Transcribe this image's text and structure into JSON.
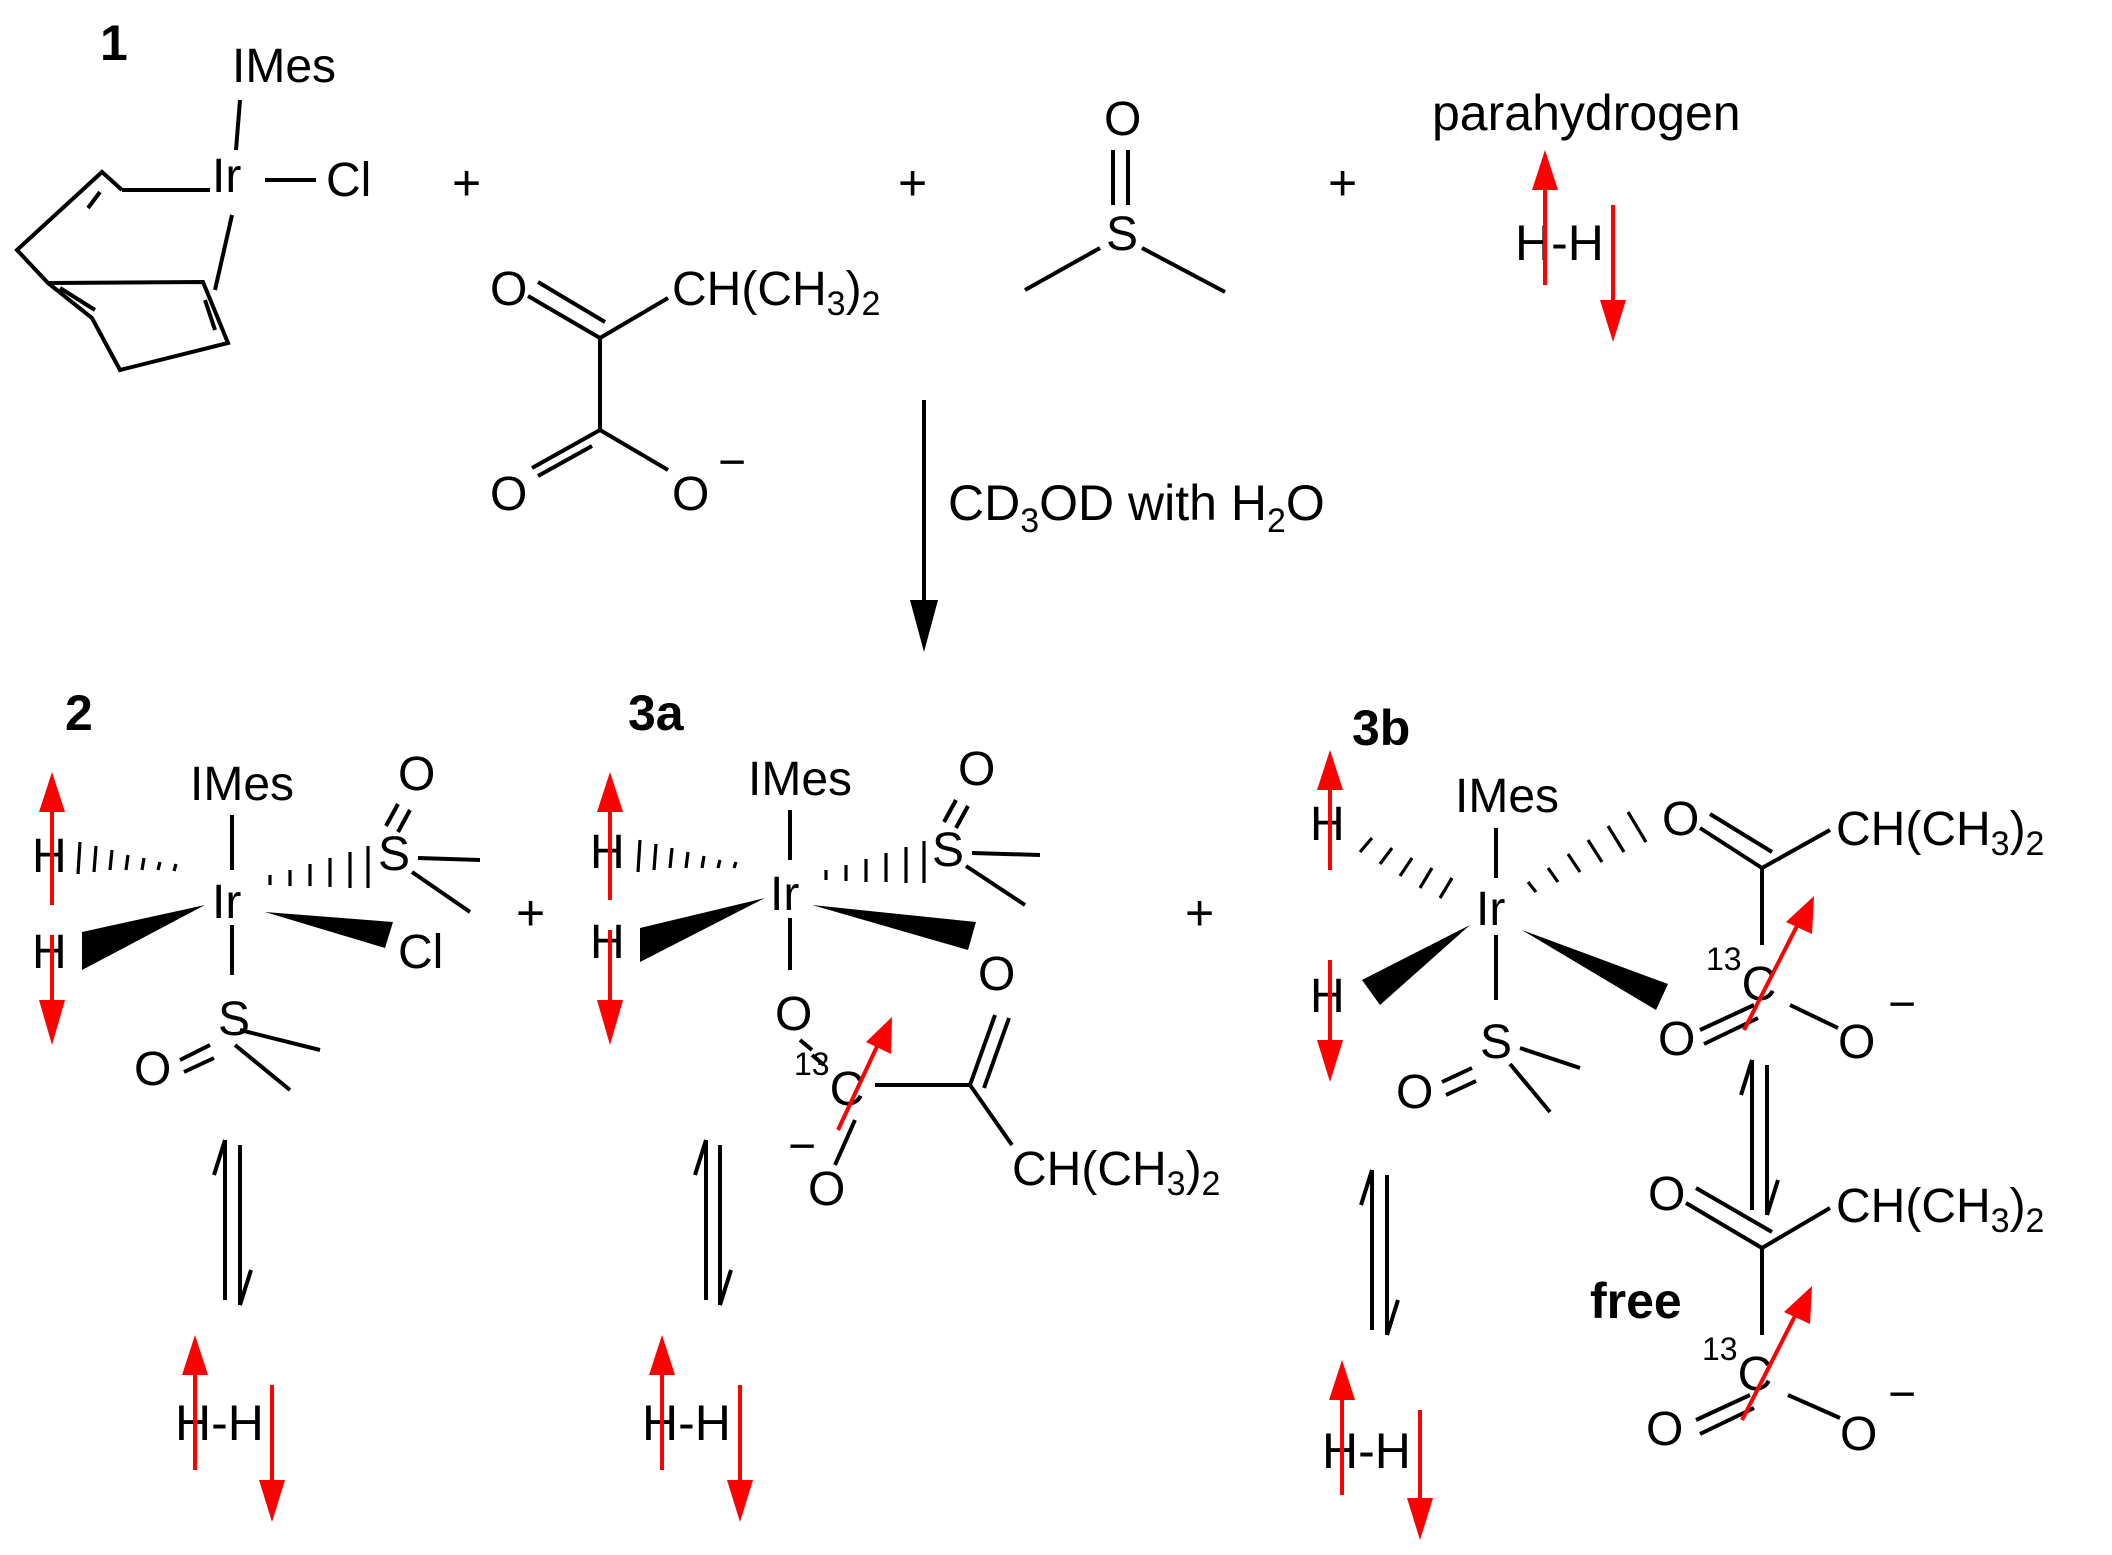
{
  "compound_labels": {
    "c1": "1",
    "c2": "2",
    "c3a": "3a",
    "c3b": "3b"
  },
  "atoms": {
    "ir": "Ir",
    "imes": "IMes",
    "cl": "Cl",
    "o": "O",
    "s": "S",
    "h": "H",
    "c": "C",
    "minus": "−"
  },
  "isotope": "13",
  "groups": {
    "isopropyl_main": "CH(CH",
    "isopropyl_sub": "3",
    "isopropyl_end": ")",
    "isopropyl_tail": "2"
  },
  "reagents": {
    "plus": "+",
    "parahydrogen": "parahydrogen",
    "h2": "H-H"
  },
  "conditions": {
    "cd": "CD",
    "cd_sub": "3",
    "od_with": "OD with H",
    "h2o_sub": "2",
    "o_end": "O"
  },
  "free_label": "free",
  "colors": {
    "spin_arrow": "#ff0000",
    "ink": "#000000",
    "background": "#ffffff"
  }
}
